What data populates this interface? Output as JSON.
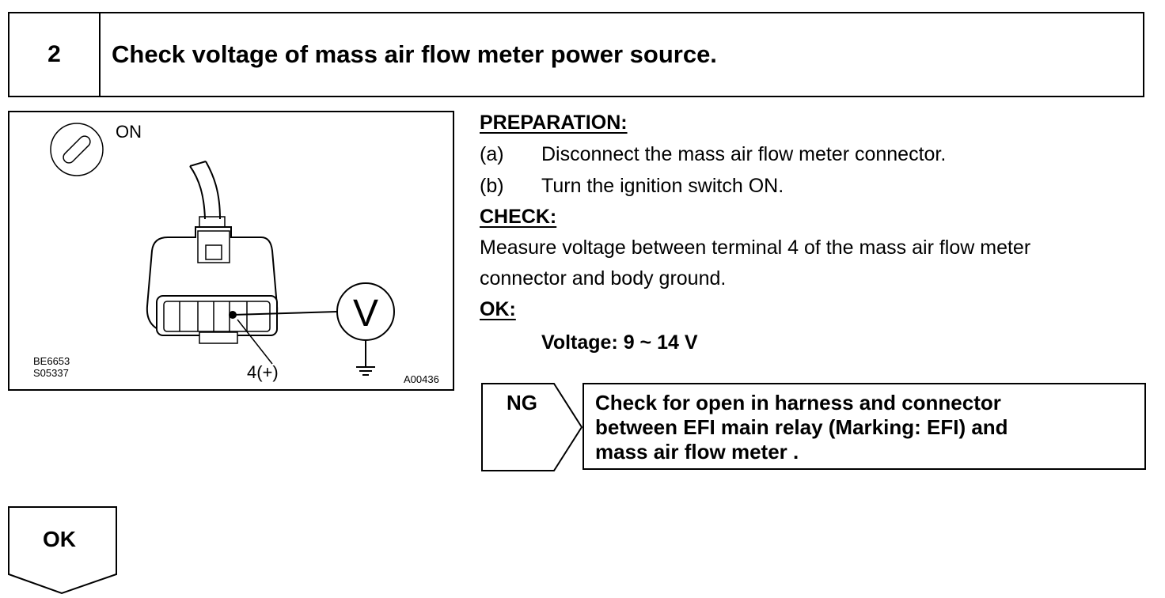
{
  "step": {
    "number": "2",
    "title": "Check voltage of mass air flow meter power source."
  },
  "figure": {
    "ignition_label": "ON",
    "meter_symbol": "V",
    "terminal_label": "4(+)",
    "ref_codes": [
      "BE6653",
      "S05337"
    ],
    "figure_code": "A00436"
  },
  "preparation": {
    "heading": "PREPARATION:",
    "steps": [
      {
        "letter": "(a)",
        "text": "Disconnect the mass air flow meter connector."
      },
      {
        "letter": "(b)",
        "text": "Turn the ignition switch ON."
      }
    ]
  },
  "check": {
    "heading": "CHECK:",
    "lines": [
      "Measure voltage between terminal 4 of the mass air flow meter",
      "connector and body ground."
    ]
  },
  "ok_spec": {
    "heading": "OK:",
    "value": "Voltage: 9 ~ 14 V"
  },
  "ng": {
    "label": "NG",
    "lines": [
      "Check for open in harness and connector",
      "between EFI main relay (Marking: EFI) and",
      "mass air flow meter ."
    ]
  },
  "ok_branch": {
    "label": "OK"
  }
}
